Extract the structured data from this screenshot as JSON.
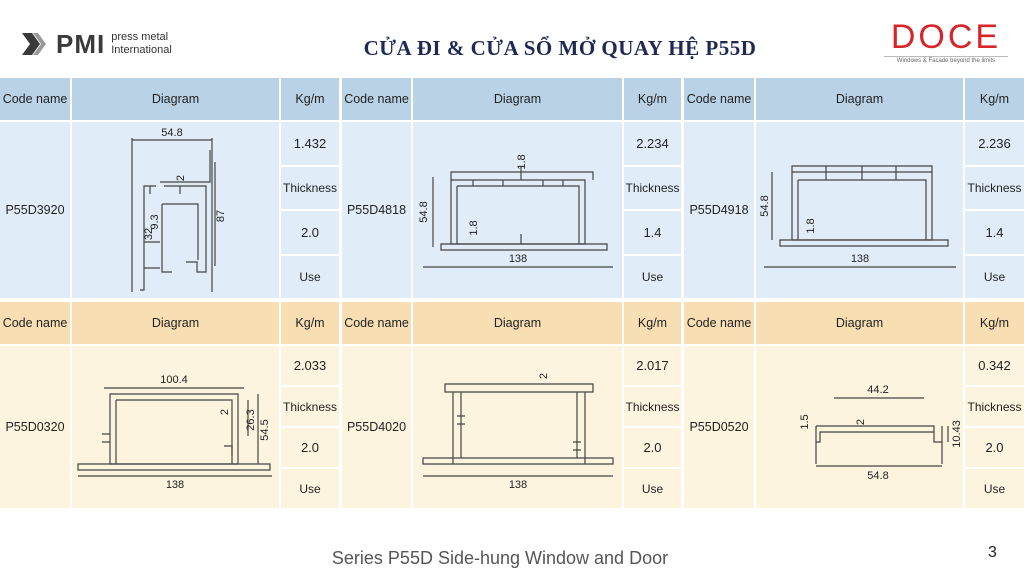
{
  "header": {
    "pmi_name": "PMI",
    "pmi_sub_1": "press metal",
    "pmi_sub_2": "International",
    "title": "CỬA ĐI & CỬA SỔ MỞ QUAY HỆ P55D",
    "doce_name": "DOCE",
    "doce_tagline": "Windows & Facade beyond the limits"
  },
  "colors": {
    "row1_header": "#b9d2e6",
    "row1_body": "#e0edf8",
    "row2_header": "#f8dfb3",
    "row2_body": "#fcf4df",
    "doce_red": "#d8252a",
    "title_navy": "#1e2a55"
  },
  "columns": {
    "code": "Code name",
    "diagram": "Diagram",
    "kgm": "Kg/m"
  },
  "labels": {
    "thickness": "Thickness",
    "use": "Use"
  },
  "profiles": [
    {
      "code": "P55D3920",
      "kgm": "1.432",
      "thickness": "2.0",
      "dims": [
        "54.8",
        "87",
        "32",
        "9.3",
        "2"
      ]
    },
    {
      "code": "P55D4818",
      "kgm": "2.234",
      "thickness": "1.4",
      "dims": [
        "138",
        "54.8",
        "1.8",
        "1.8"
      ]
    },
    {
      "code": "P55D4918",
      "kgm": "2.236",
      "thickness": "1.4",
      "dims": [
        "138",
        "54.8",
        "1.8"
      ]
    },
    {
      "code": "P55D0320",
      "kgm": "2.033",
      "thickness": "2.0",
      "dims": [
        "100.4",
        "138",
        "26.3",
        "54.5",
        "2"
      ]
    },
    {
      "code": "P55D4020",
      "kgm": "2.017",
      "thickness": "2.0",
      "dims": [
        "138",
        "2"
      ]
    },
    {
      "code": "P55D0520",
      "kgm": "0.342",
      "thickness": "2.0",
      "dims": [
        "44.2",
        "54.8",
        "10.43",
        "1.5",
        "2"
      ]
    }
  ],
  "footer": {
    "series": "Series P55D Side-hung Window and Door",
    "page": "3"
  }
}
